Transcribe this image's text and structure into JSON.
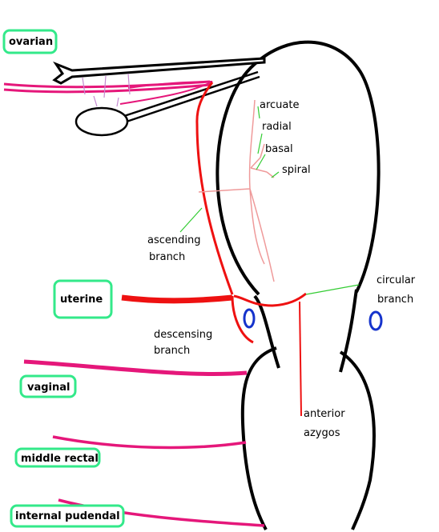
{
  "boxed_labels": {
    "ovarian": "ovarian",
    "uterine": "uterine",
    "vaginal": "vaginal",
    "middle_rectal": "middle rectal",
    "internal_pudendal": "internal pudendal"
  },
  "branch_labels": {
    "arcuate": "arcuate",
    "radial": "radial",
    "basal": "basal",
    "spiral": "spiral",
    "ascending_1": "ascending",
    "ascending_2": "branch",
    "circular_1": "circular",
    "circular_2": "branch",
    "descensing_1": "descensing",
    "descensing_2": "branch",
    "anterior_1": "anterior",
    "anterior_2": "azygos"
  },
  "colors": {
    "box_border": "#33e98a",
    "artery_red": "#ee1111",
    "artery_magenta": "#e5177a",
    "branch_pink": "#ef9a9a",
    "pointer_green": "#33cc33",
    "ureter_blue": "#1533cc",
    "outline": "#000000"
  }
}
